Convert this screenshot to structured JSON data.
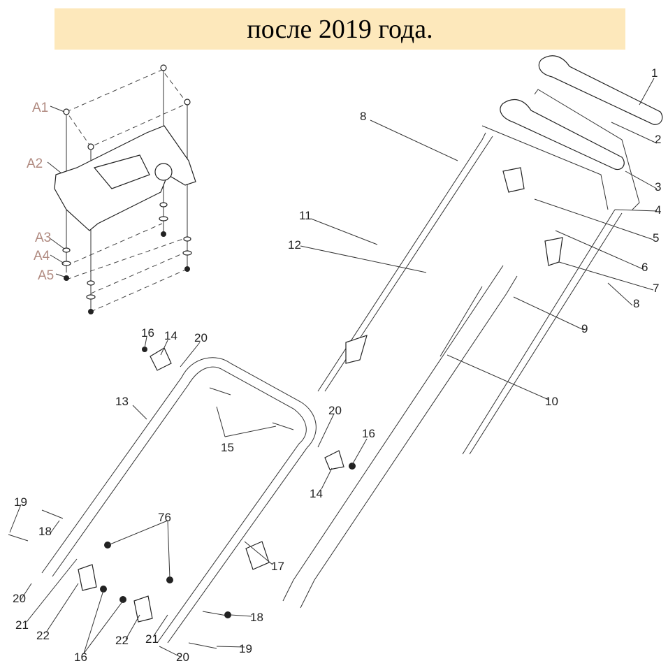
{
  "title": "после 2019 года.",
  "labels": {
    "p1": "1",
    "p2": "2",
    "p3": "3",
    "p4": "4",
    "p5": "5",
    "p6": "6",
    "p7": "7",
    "p8a": "8",
    "p8b": "8",
    "p9": "9",
    "p10": "10",
    "p11": "11",
    "p12": "12",
    "p13": "13",
    "p14a": "14",
    "p14b": "14",
    "p15": "15",
    "p16a": "16",
    "p16b": "16",
    "p16c": "16",
    "p17": "17",
    "p18a": "18",
    "p18b": "18",
    "p19a": "19",
    "p19b": "19",
    "p20a": "20",
    "p20b": "20",
    "p20c": "20",
    "p20d": "20",
    "p21a": "21",
    "p21b": "21",
    "p22a": "22",
    "p22b": "22",
    "p76": "76",
    "a1": "A1",
    "a2": "A2",
    "a3": "A3",
    "a4": "A4",
    "a5": "A5"
  }
}
